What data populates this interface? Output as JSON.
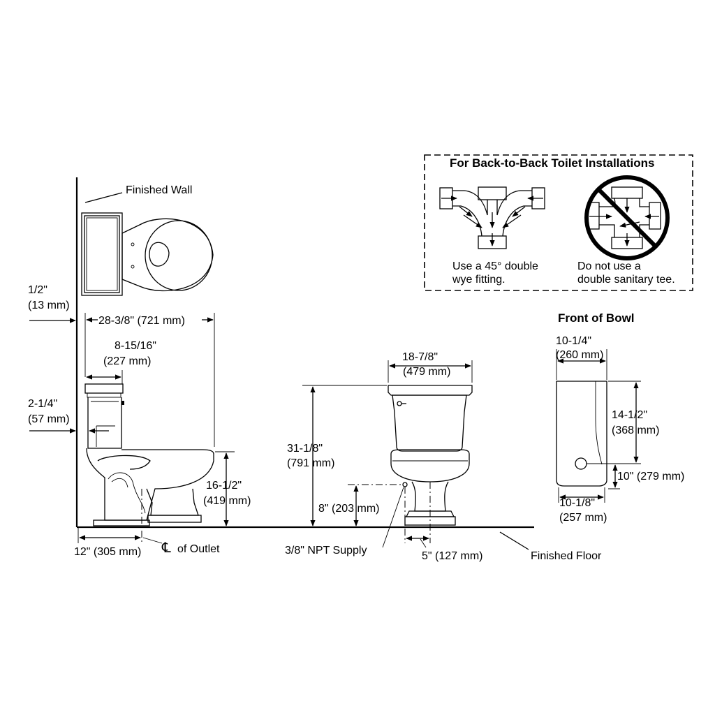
{
  "labels": {
    "finished_wall": "Finished Wall",
    "finished_floor": "Finished Floor",
    "centerline_outlet": "of Outlet",
    "centerline_symbol": "℄",
    "npt_supply": "3/8\" NPT Supply",
    "front_of_bowl": "Front of Bowl"
  },
  "dimensions": {
    "wall_gap_in": "1/2\"",
    "wall_gap_mm": "(13 mm)",
    "overall_depth": "28-3/8\" (721 mm)",
    "tank_depth_in": "8-15/16\"",
    "tank_depth_mm": "(227 mm)",
    "tank_gap_in": "2-1/4\"",
    "tank_gap_mm": "(57 mm)",
    "rough_in": "12\" (305 mm)",
    "bowl_height_in": "16-1/2\"",
    "bowl_height_mm": "(419 mm)",
    "overall_width_in": "18-7/8\"",
    "overall_width_mm": "(479 mm)",
    "overall_height_in": "31-1/8\"",
    "overall_height_mm": "(791 mm)",
    "supply_height": "8\" (203 mm)",
    "supply_offset": "5\" (127 mm)",
    "tank_width_in": "10-1/4\"",
    "tank_width_mm": "(260 mm)",
    "tank_height_in": "14-1/2\"",
    "tank_height_mm": "(368 mm)",
    "outlet_height": "10\" (279 mm)",
    "base_width_in": "10-1/8\"",
    "base_width_mm": "(257 mm)"
  },
  "inset": {
    "title": "For Back-to-Back Toilet Installations",
    "do_line1": "Use a 45° double",
    "do_line2": "wye fitting.",
    "dont_line1": "Do not use a",
    "dont_line2": "double sanitary tee."
  }
}
